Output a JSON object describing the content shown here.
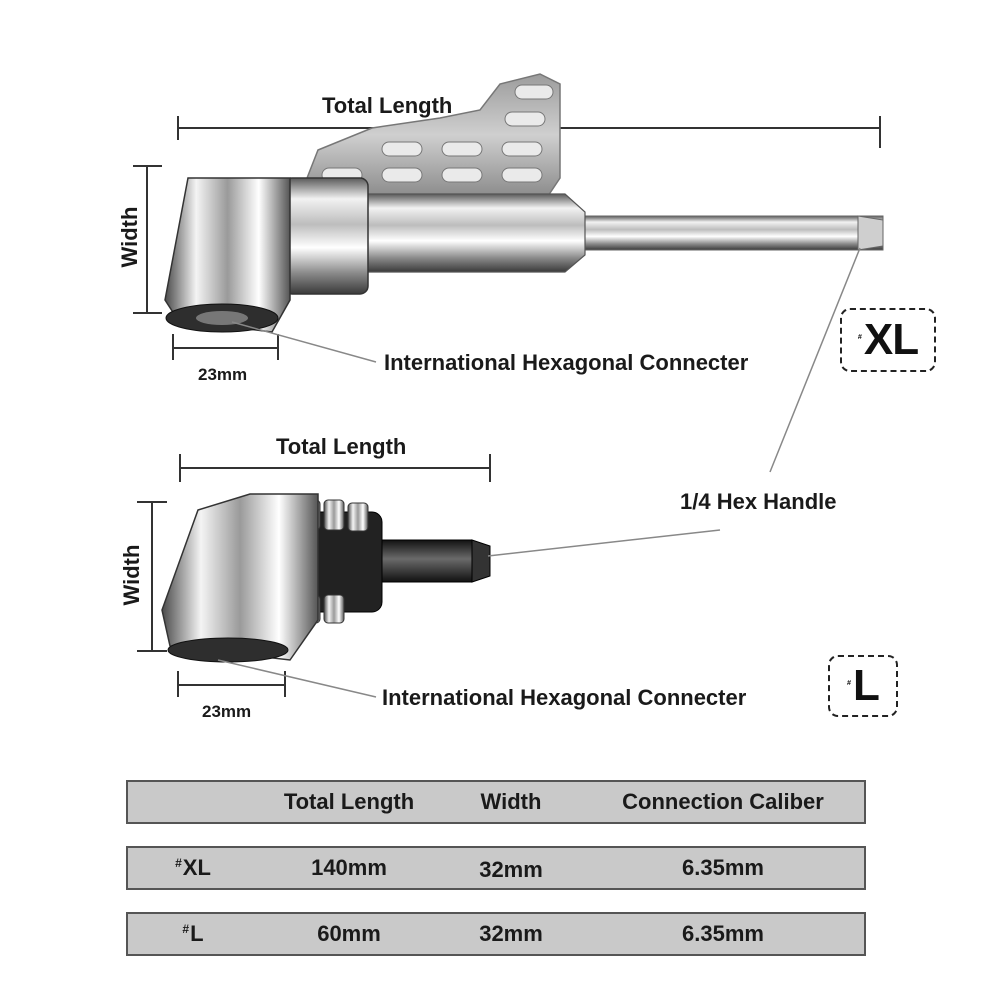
{
  "xl_tool": {
    "total_length_label": "Total Length",
    "width_label": "Width",
    "connector_width_label": "23mm",
    "connector_label": "International Hexagonal Connecter",
    "badge_prefix": "#",
    "badge_size": "XL"
  },
  "l_tool": {
    "total_length_label": "Total Length",
    "width_label": "Width",
    "connector_width_label": "23mm",
    "connector_label": "International Hexagonal Connecter",
    "badge_prefix": "#",
    "badge_size": "L"
  },
  "hex_handle_label": "1/4 Hex Handle",
  "spec_table": {
    "headers": [
      "",
      "Total Length",
      "Width",
      "Connection Caliber"
    ],
    "rows": [
      {
        "prefix": "#",
        "size": "XL",
        "total_length": "140mm",
        "width": "32mm",
        "caliber": "6.35mm"
      },
      {
        "prefix": "#",
        "size": "L",
        "total_length": "60mm",
        "width": "32mm",
        "caliber": "6.35mm"
      }
    ]
  },
  "colors": {
    "row_fill": "#c9c9c9",
    "row_border": "#555555",
    "steel_light": "#e8e8e8",
    "steel_dark": "#3a3a3a"
  }
}
